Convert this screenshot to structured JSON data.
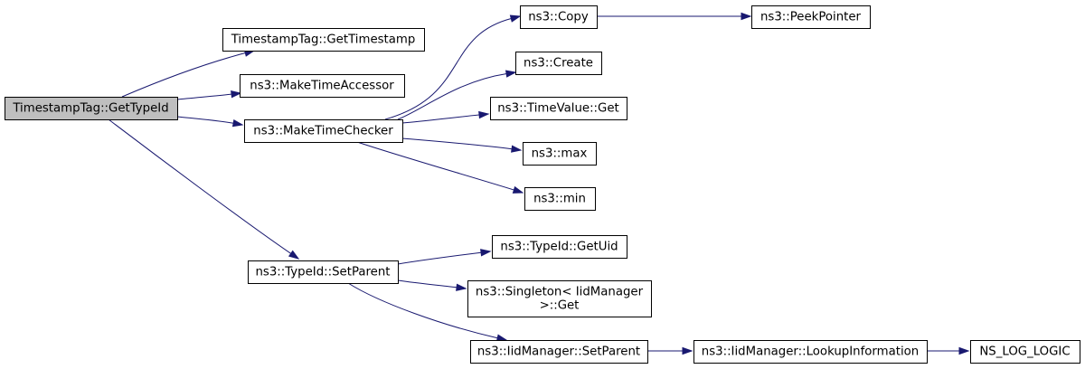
{
  "diagram": {
    "edge_color": "#191970",
    "root_fill": "#bfbfbf",
    "node_fill": "#ffffff",
    "nodes": [
      {
        "id": "gettypeid",
        "label": "TimestampTag::GetTypeId",
        "root": true
      },
      {
        "id": "gettimestamp",
        "label": "TimestampTag::GetTimestamp"
      },
      {
        "id": "maketimeaccessor",
        "label": "ns3::MakeTimeAccessor"
      },
      {
        "id": "maketimechecker",
        "label": "ns3::MakeTimeChecker"
      },
      {
        "id": "setparent",
        "label": "ns3::TypeId::SetParent"
      },
      {
        "id": "copy",
        "label": "ns3::Copy"
      },
      {
        "id": "peekpointer",
        "label": "ns3::PeekPointer"
      },
      {
        "id": "create",
        "label": "ns3::Create"
      },
      {
        "id": "timevalueget",
        "label": "ns3::TimeValue::Get"
      },
      {
        "id": "max",
        "label": "ns3::max"
      },
      {
        "id": "min",
        "label": "ns3::min"
      },
      {
        "id": "getuid",
        "label": "ns3::TypeId::GetUid"
      },
      {
        "id": "singletonget",
        "label": [
          "ns3::Singleton< IidManager",
          ">::Get"
        ]
      },
      {
        "id": "iidsetparent",
        "label": "ns3::IidManager::SetParent"
      },
      {
        "id": "lookupinfo",
        "label": "ns3::IidManager::LookupInformation"
      },
      {
        "id": "nslog",
        "label": "NS_LOG_LOGIC"
      }
    ],
    "edges": [
      {
        "from": "gettypeid",
        "to": "gettimestamp"
      },
      {
        "from": "gettypeid",
        "to": "maketimeaccessor"
      },
      {
        "from": "gettypeid",
        "to": "maketimechecker"
      },
      {
        "from": "gettypeid",
        "to": "setparent"
      },
      {
        "from": "maketimechecker",
        "to": "copy"
      },
      {
        "from": "maketimechecker",
        "to": "create"
      },
      {
        "from": "maketimechecker",
        "to": "timevalueget"
      },
      {
        "from": "maketimechecker",
        "to": "max"
      },
      {
        "from": "maketimechecker",
        "to": "min"
      },
      {
        "from": "copy",
        "to": "peekpointer"
      },
      {
        "from": "setparent",
        "to": "getuid"
      },
      {
        "from": "setparent",
        "to": "singletonget"
      },
      {
        "from": "setparent",
        "to": "iidsetparent"
      },
      {
        "from": "iidsetparent",
        "to": "lookupinfo"
      },
      {
        "from": "lookupinfo",
        "to": "nslog"
      }
    ]
  }
}
